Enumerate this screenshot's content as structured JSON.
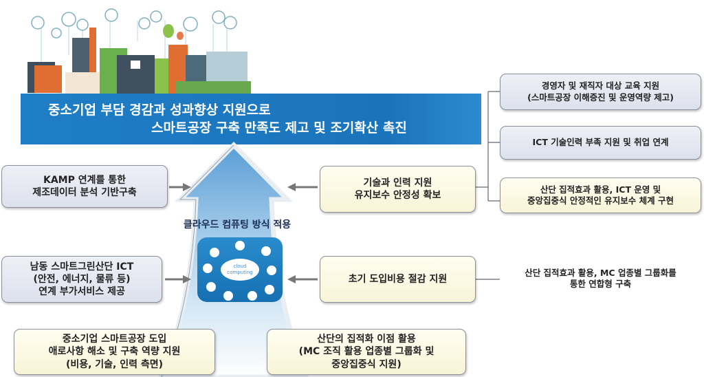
{
  "banner": {
    "line1": "중소기업 부담 경감과 성과향상 지원으로",
    "line2": "스마트공장 구축 만족도 제고 및 조기확산 촉진"
  },
  "center": {
    "label": "클라우드 컴퓨팅 방식 적용",
    "cloud_text_1": "cloud",
    "cloud_text_2": "computing"
  },
  "left_boxes": [
    "KAMP 연계를 통한\n제조데이터 분석 기반구축",
    "남동 스마트그린산단 ICT\n(안전, 에너지, 물류 등)\n연계 부가서비스 제공",
    "중소기업 스마트공장 도입\n애로사항 해소 및 구축 역량 지원\n(비용, 기술, 인력 측면)"
  ],
  "right_boxes": [
    "기술과 인력 지원\n유지보수 안정성 확보",
    "초기 도입비용 절감 지원",
    "산단의 집적화 이점 활용\n(MC 조직 활용 업종별 그룹화 및\n중앙집중식 지원)"
  ],
  "far_right_boxes": [
    "경영자 및 재직자 대상 교육 지원\n(스마트공장 이해증진 및 운영역량 제고)",
    "ICT 기술인력 부족 지원 및 취업 연계",
    "산단 집적효과 활용, ICT 운영 및\n중앙집중식 안정적인 유지보수 체계 구현",
    "산단 집적효과 활용, MC 업종별 그룹화를\n통한 연합형 구축"
  ],
  "colors": {
    "banner": "#1f7ec6",
    "arrow_fill": "#7fb4df",
    "box_gray": "#e6e9f2",
    "box_cream": "#fbf8e2"
  }
}
